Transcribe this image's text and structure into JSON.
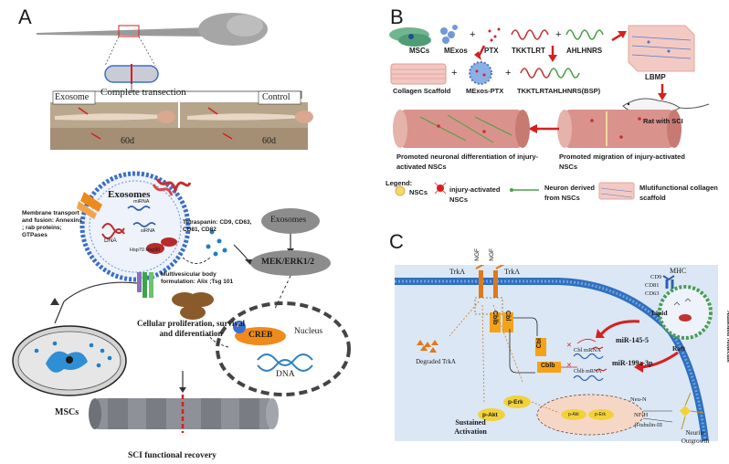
{
  "panel_a": {
    "letter": "A",
    "transection_label": "Complete transection",
    "exosome_label": "Exosome",
    "control_label": "Control",
    "day_left": "60d",
    "day_right": "60d",
    "exosomes_title": "Exosomes",
    "membrane_label": "Membrane transport and fusion: Annexins ; rab proteins; GTPases",
    "tetraspanin_label": "Tetraspanin: CD9, CD63, CD81, CD82",
    "mirna": "miRNA",
    "sirna": "siRNA",
    "dna": "DNA",
    "hsp": "Hsp70 Hsp90",
    "multivesicular_label": "Multivesicular body formulation: Alix ;Tsg 101",
    "exosomes_node": "Exosomes",
    "mek_label": "MEK/ERK1/2",
    "p_label": "P",
    "creb_label": "CREB",
    "nucleus_label": "Nucleus",
    "dna_nucleus": "DNA",
    "cellular_label": "Cellular proliferation, survival and diferentiation",
    "mscs_label": "MSCs",
    "recovery_label": "SCI functional recovery"
  },
  "panel_b": {
    "letter": "B",
    "mscs": "MSCs",
    "mexos": "MExos",
    "ptx": "PTX",
    "tkktlrt": "TKKTLRT",
    "ahlhnrs": "AHLHNRS",
    "lbmp": "LBMP",
    "collagen": "Collagen Scaffold",
    "mexos_ptx": "MExos-PTX",
    "bsp": "TKKTLRTAHLHNRS(BSP)",
    "rat": "Rat with SCI",
    "promoted_diff": "Promoted neuronal differentiation of injury-activated NSCs",
    "promoted_mig": "Promoted migration of injury-activated NSCs",
    "legend_title": "Legend:",
    "legend_nscs": "NSCs",
    "legend_injury": "injury-activated NSCs",
    "legend_neuron": "Neuron derived from NSCs",
    "legend_scaffold": "Mlutifunctional collagen scaffold"
  },
  "panel_c": {
    "letter": "C",
    "ngf1": "NGF",
    "ngf2": "NGF",
    "trka_left": "TrkA",
    "trka_right": "TrkA",
    "cbl_rot": "Cbl",
    "cblb_rot": "Cblb",
    "cbl_box": "Cbl",
    "cblb_box": "Cblb",
    "mir145": "miR-145-5",
    "mir199": "miR-199a-3p",
    "cbl_mrna": "Cbl mRNA",
    "cblb_mrna": "Cblb mRNA",
    "degraded": "Degraded TrkA",
    "perk": "p-Erk",
    "pakt": "p-Akt",
    "pakt_small": "p-Akt",
    "perk_small": "p-Erk",
    "sustained": "Sustained Activation",
    "neun": "Neu-N",
    "nfh": "NF-H",
    "tubulin": "β-tubulin-III",
    "neurite": "Neurite Outgrowth",
    "cd9": "CD9",
    "cd81": "CD81",
    "cd63": "CD63",
    "mhc": "MHC",
    "lipid": "Lipid",
    "raft": "Raft",
    "adhesion": "Adhesion Molecule"
  },
  "colors": {
    "vessel_blue": "#2f7fc4",
    "membrane_blue": "#3b6ec9",
    "arrow_red": "#d62020",
    "mek_gray": "#8c8c8c",
    "creb_orange": "#f08a1c",
    "cbl_orange": "#f4a21a",
    "panel_c_bg": "#dbe7f4"
  }
}
